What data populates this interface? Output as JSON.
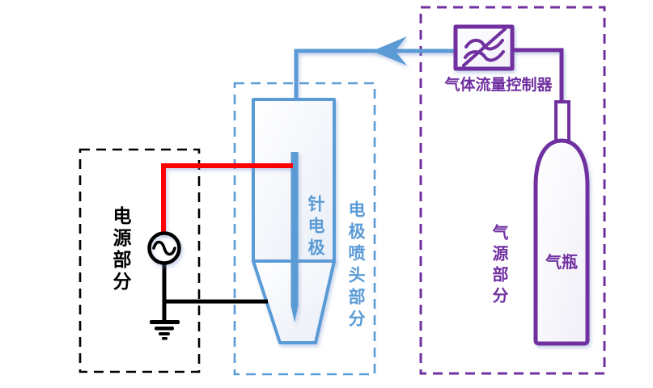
{
  "diagram": {
    "power_section": {
      "label": "电源部分"
    },
    "electrode_section": {
      "label": "电极喷头部分",
      "needle_label": "针电极"
    },
    "gas_section": {
      "label": "气源部分",
      "cylinder_label": "气瓶",
      "flow_controller_label": "气体流量控制器"
    },
    "symbols": {
      "ac_source_icon": "circle with sine wave (AC high-voltage source)",
      "ground_icon": "earth ground (stacked bars)",
      "flow_valve_icon": "crossed-slash flow valve glyph",
      "flow_arrow_icon": "leftward gas-flow arrowhead"
    }
  },
  "colors": {
    "power_black": "#000000",
    "electrode_blue": "#5B9BD5",
    "gas_purple": "#7030A0",
    "wire_red": "#FF0000",
    "background": "#FFFFFF"
  }
}
